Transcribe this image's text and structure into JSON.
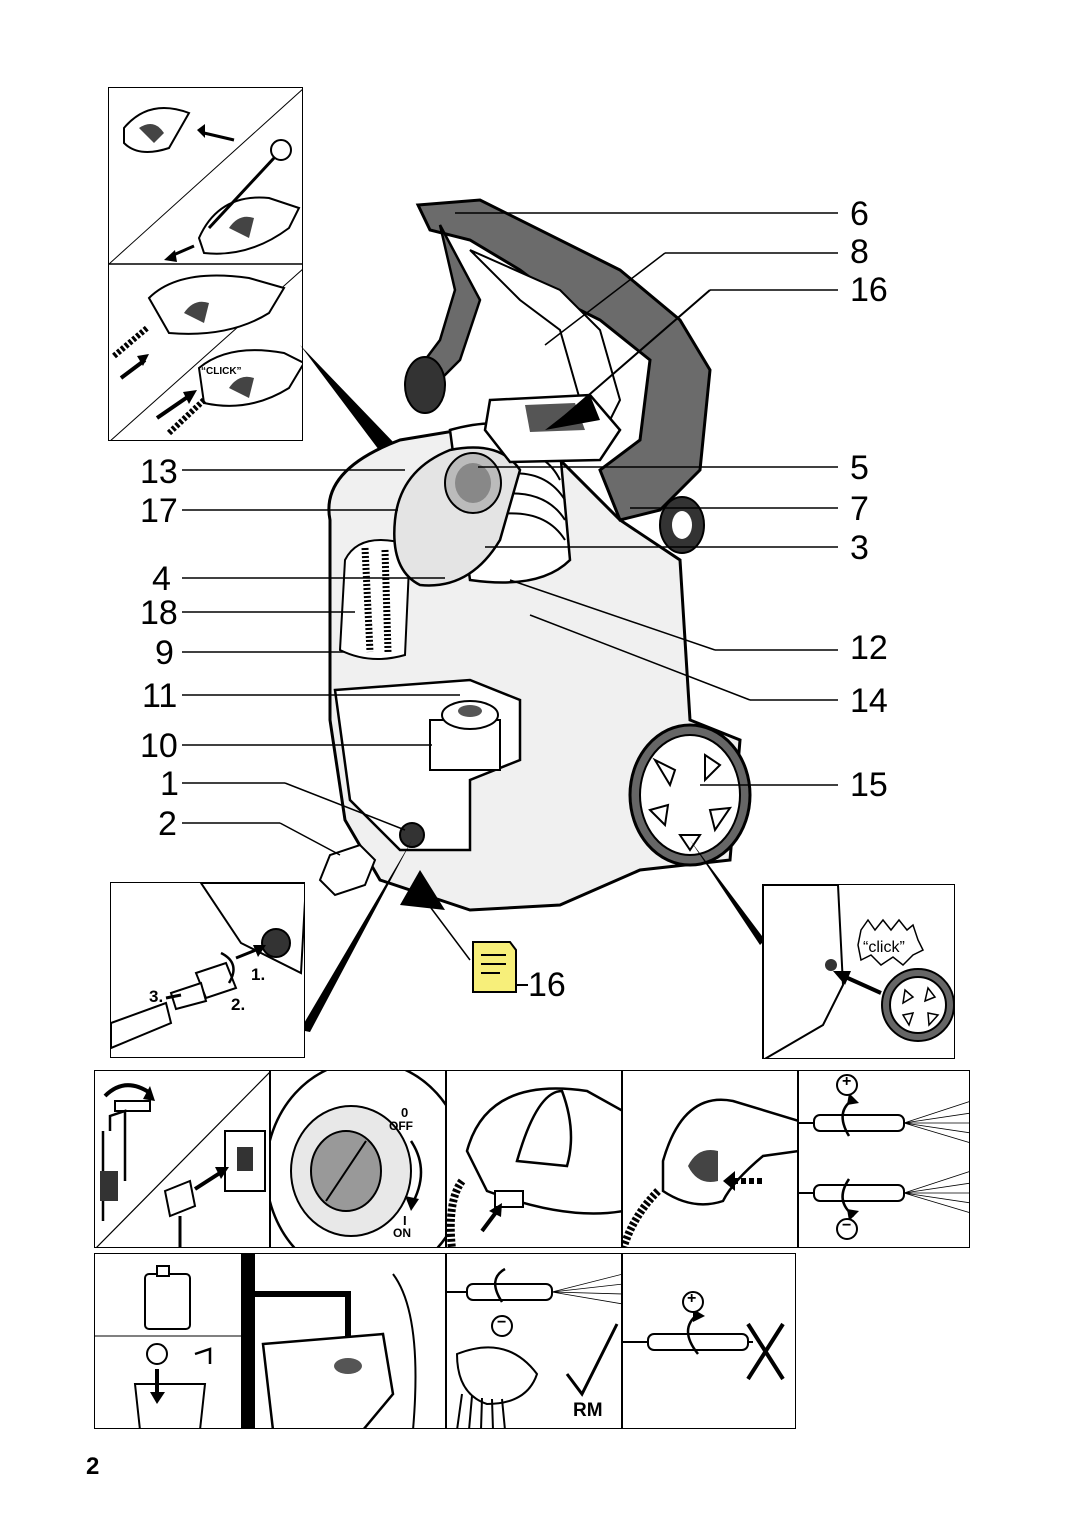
{
  "callouts": {
    "c6": "6",
    "c8": "8",
    "c16a": "16",
    "c5": "5",
    "c7": "7",
    "c3": "3",
    "c12": "12",
    "c14": "14",
    "c15": "15",
    "c13": "13",
    "c17": "17",
    "c4": "4",
    "c18": "18",
    "c9": "9",
    "c11": "11",
    "c10": "10",
    "c1": "1",
    "c2": "2",
    "c16b": "16"
  },
  "inset_labels": {
    "click_upper": "“CLICK”",
    "click_wheel": "“click”",
    "step1": "1.",
    "step2": "2.",
    "step3": "3.",
    "switch_off_0": "0",
    "switch_off": "OFF",
    "switch_on_1": "I",
    "switch_on": "ON",
    "rm": "RM",
    "plus": "+",
    "minus": "−"
  },
  "page_number": "2",
  "colors": {
    "handle_dark": "#6b6b6b",
    "machine_light": "#ededed",
    "note_yellow": "#f7ef7a",
    "outline": "#000000"
  }
}
